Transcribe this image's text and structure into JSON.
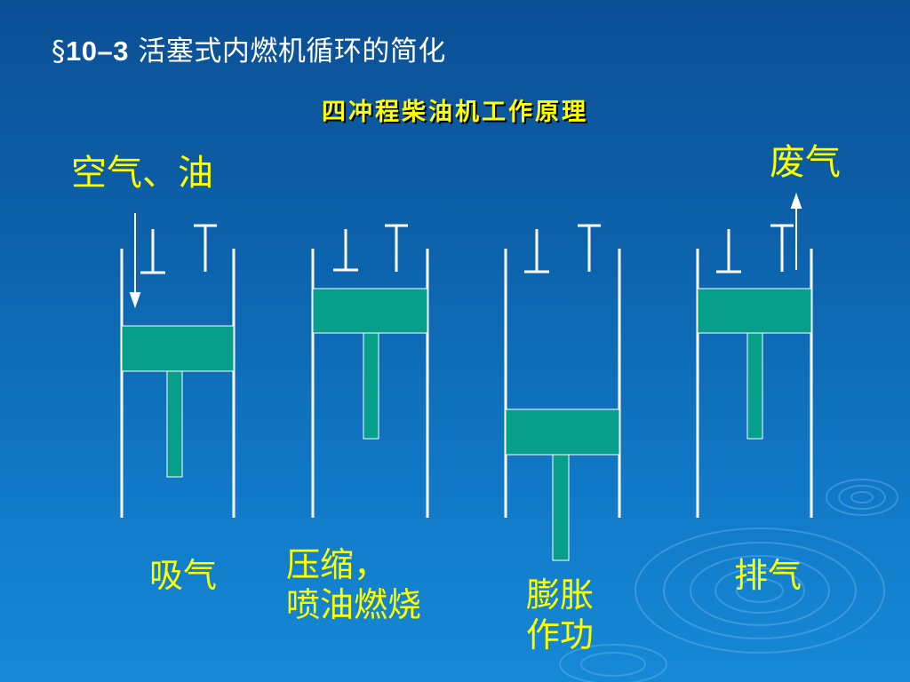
{
  "slide": {
    "section_title_symbol": "§",
    "section_title_number": "10–3",
    "section_title_text": "活塞式内燃机循环的简化",
    "subtitle": "四冲程柴油机工作原理"
  },
  "diagram": {
    "intake_label": "空气、油",
    "exhaust_label": "废气",
    "strokes": [
      {
        "label_lines": [
          "吸气"
        ]
      },
      {
        "label_lines": [
          "压缩，",
          "喷油燃烧"
        ]
      },
      {
        "label_lines": [
          "膨胀",
          "作功"
        ]
      },
      {
        "label_lines": [
          "排气"
        ]
      }
    ]
  },
  "colors": {
    "background_top": "#0b4f95",
    "background_bottom": "#1689d6",
    "piston_fill": "#079f8c",
    "cylinder_wall": "#ffffff",
    "label_yellow": "#ffff00",
    "title_white": "#ffffff"
  }
}
